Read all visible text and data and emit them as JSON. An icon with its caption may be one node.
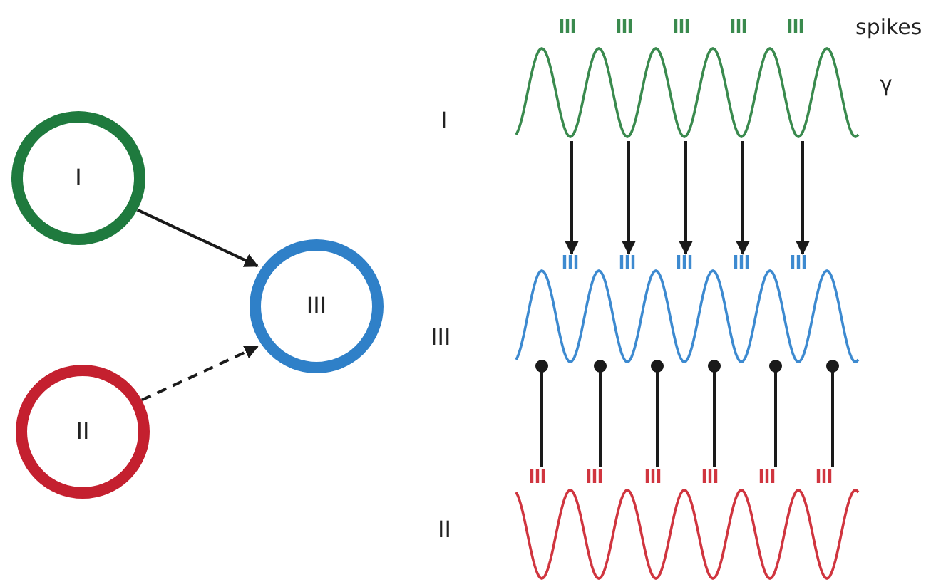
{
  "diagram": {
    "nodes": [
      {
        "text": [
          "I"
        ]
      },
      {
        "text": [
          "III"
        ]
      },
      {
        "text": [
          "II"
        ]
      },
      {
        "text": [],
        "shape": "picture",
        "beside": [
          "I"
        ]
      },
      {
        "text": [],
        "shape": "picture",
        "beside": [
          "III"
        ]
      },
      {
        "text": [],
        "shape": "picture",
        "beside": [
          "II"
        ]
      }
    ],
    "edges": [
      {
        "from": 0,
        "to": 1,
        "arrow": "to"
      },
      {
        "from": 2,
        "to": 1,
        "arrow": "to",
        "style": "dashed"
      },
      {
        "from": 3,
        "to": 4,
        "arrow": "to"
      },
      {
        "from": 3,
        "to": 4,
        "arrow": "to"
      },
      {
        "from": 3,
        "to": 4,
        "arrow": "to"
      },
      {
        "from": 3,
        "to": 4,
        "arrow": "to"
      },
      {
        "from": 3,
        "to": 4,
        "arrow": "to"
      },
      {
        "from": 5,
        "to": 4,
        "arrow": "other"
      },
      {
        "from": 5,
        "to": 4,
        "arrow": "other"
      },
      {
        "from": 5,
        "to": 4,
        "arrow": "other"
      },
      {
        "from": 5,
        "to": 4,
        "arrow": "other"
      },
      {
        "from": 5,
        "to": 4,
        "arrow": "other"
      },
      {
        "from": 5,
        "to": 4,
        "arrow": "other"
      }
    ],
    "labels": [
      "spikes",
      "γ"
    ]
  }
}
